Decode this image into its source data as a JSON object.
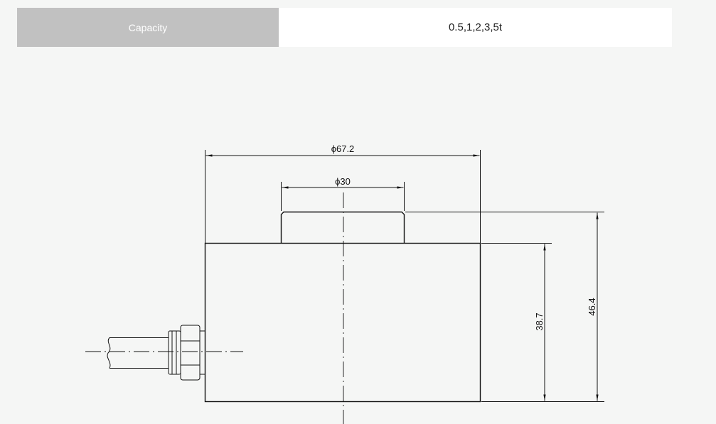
{
  "spec": {
    "label": "Capacity",
    "value": "0.5,1,2,3,5t"
  },
  "dimensions": {
    "outer_diameter": "ϕ67.2",
    "top_diameter": "ϕ30",
    "body_height": "38.7",
    "total_height": "46.4"
  }
}
